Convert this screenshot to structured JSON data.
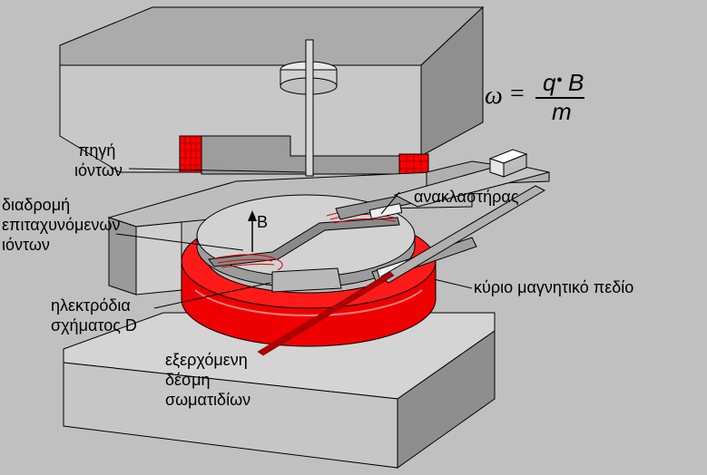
{
  "labels": {
    "ion_source": [
      "πηγή",
      "ιόντων"
    ],
    "accelerated_path": [
      "διαδρομή",
      "επιταχυνόμενων",
      "ιόντων"
    ],
    "b_field": "B",
    "dee_electrodes": [
      "ηλεκτρόδια",
      "σχήματος D"
    ],
    "reflector": "ανακλαστήρας",
    "main_field": "κύριο μαγνητικό πεδίο",
    "exit_beam": [
      "εξερχόμενη",
      "δέσμη",
      "σωματιδίων"
    ]
  },
  "formula": {
    "lhs": "ω",
    "equals": "=",
    "numerator_q": "q",
    "numerator_dot": "•",
    "numerator_b": "B",
    "denominator": "m"
  },
  "colors": {
    "background": "#c0c0c0",
    "magnet_body": "#a8a8a8",
    "coil_red": "#ff0000",
    "beam_red": "#b00000"
  }
}
